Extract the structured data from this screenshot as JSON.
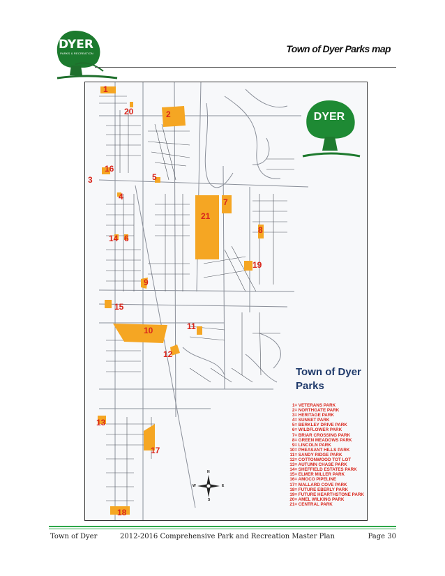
{
  "logo": {
    "name": "DYER",
    "subtitle": "PARKS & RECREATION",
    "colors": {
      "green": "#1c7a2e",
      "tree": "#1f6f2c"
    }
  },
  "header": {
    "title": "Town of Dyer Parks map"
  },
  "map": {
    "title_line1": "Town of Dyer",
    "title_line2": "Parks",
    "colors": {
      "park": "#f5a623",
      "label": "#d9261c",
      "street": "#8a8f99",
      "title": "#1f3a6b"
    },
    "labels": [
      "1",
      "20",
      "2",
      "16",
      "3",
      "5",
      "4",
      "21",
      "7",
      "8",
      "14",
      "6",
      "19",
      "9",
      "15",
      "10",
      "11",
      "12",
      "13",
      "17",
      "18"
    ],
    "legend": [
      {
        "num": "1=",
        "name": "VETERANS PARK"
      },
      {
        "num": "2=",
        "name": "NORTHGATE PARK"
      },
      {
        "num": "3=",
        "name": "HERITAGE PARK"
      },
      {
        "num": "4=",
        "name": "SUNSET PARK"
      },
      {
        "num": "5=",
        "name": "BERKLEY DRIVE PARK"
      },
      {
        "num": "6=",
        "name": "WILDFLOWER PARK"
      },
      {
        "num": "7=",
        "name": "BRIAR CROSSING PARK"
      },
      {
        "num": "8=",
        "name": "GREEN MEADOWS PARK"
      },
      {
        "num": "9=",
        "name": "LINCOLN PARK"
      },
      {
        "num": "10=",
        "name": "PHEASANT HILLS PARK"
      },
      {
        "num": "11=",
        "name": "SANDY RIDGE PARK"
      },
      {
        "num": "12=",
        "name": "COTTONWOOD TOT LOT"
      },
      {
        "num": "13=",
        "name": "AUTUMN CHASE PARK"
      },
      {
        "num": "14=",
        "name": "SHEFFIELD ESTATES PARK"
      },
      {
        "num": "15=",
        "name": "ELMER MILLER PARK"
      },
      {
        "num": "16=",
        "name": "AMOCO PIPELINE"
      },
      {
        "num": "17=",
        "name": "MALLARD COVE PARK"
      },
      {
        "num": "18=",
        "name": "FUTURE EBERLY PARK"
      },
      {
        "num": "19=",
        "name": "FUTURE HEARTHSTONE PARK"
      },
      {
        "num": "20=",
        "name": "AMEL WILKING PARK"
      },
      {
        "num": "21=",
        "name": "CENTRAL PARK"
      }
    ],
    "compass": {
      "n": "N",
      "s": "S",
      "e": "E",
      "w": "W"
    }
  },
  "footer": {
    "left": "Town of Dyer",
    "center": "2012-2016 Comprehensive Park and Recreation Master Plan",
    "right": "Page 30"
  }
}
